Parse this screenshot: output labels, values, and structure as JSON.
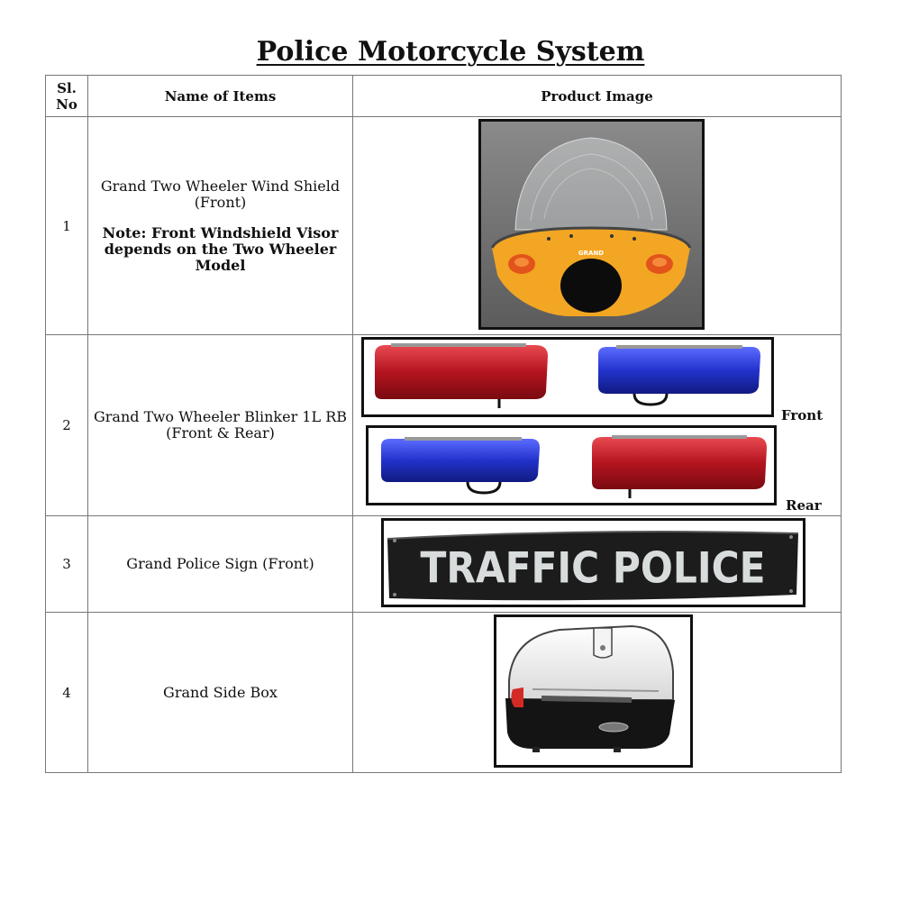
{
  "title": "Police Motorcycle System",
  "table": {
    "headers": {
      "sl_no_line1": "Sl.",
      "sl_no_line2": "No",
      "name": "Name of Items",
      "image": "Product Image"
    },
    "rows": [
      {
        "no": "1",
        "name": "Grand Two Wheeler Wind Shield (Front)",
        "note": "Note: Front Windshield Visor depends on the Two Wheeler Model",
        "image": {
          "icon": "windshield-visor-icon",
          "logo_text": "GRAND",
          "body_color": "#f2a623"
        }
      },
      {
        "no": "2",
        "name": "Grand Two Wheeler Blinker 1L RB (Front & Rear)",
        "image": {
          "icon": "blinker-light-icon",
          "label_front": "Front",
          "label_rear": "Rear",
          "red": "#c01822",
          "blue": "#2233cc"
        }
      },
      {
        "no": "3",
        "name": "Grand Police Sign (Front)",
        "image": {
          "icon": "police-sign-icon",
          "sign_text": "TRAFFIC POLICE"
        }
      },
      {
        "no": "4",
        "name": "Grand Side Box",
        "image": {
          "icon": "side-box-icon"
        }
      }
    ]
  }
}
